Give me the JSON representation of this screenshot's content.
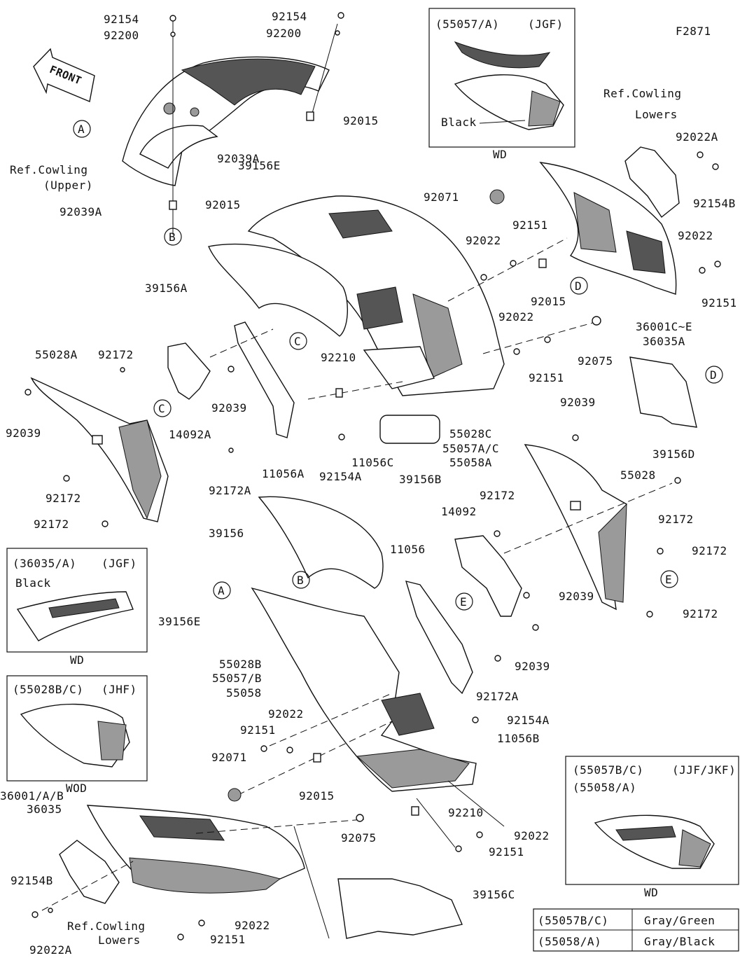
{
  "figure_code": "F2871",
  "front_arrow": "FRONT",
  "callouts": {
    "a": "A",
    "b": "B",
    "c": "C",
    "d": "D",
    "e": "E"
  },
  "labels": {
    "p92154": "92154",
    "p92200": "92200",
    "p92015": "92015",
    "p92039A": "92039A",
    "ref_upper_1": "Ref.Cowling",
    "ref_upper_2": "(Upper)",
    "p39156E": "39156E",
    "p39156A": "39156A",
    "p55028A": "55028A",
    "p92172": "92172",
    "p92039": "92039",
    "p14092A": "14092A",
    "p11056A": "11056A",
    "p92172A": "92172A",
    "p92210": "92210",
    "p92154A": "92154A",
    "p11056C": "11056C",
    "p39156B": "39156B",
    "p55028C": "55028C",
    "p55057AC": "55057A/C",
    "p55058A": "55058A",
    "p92071": "92071",
    "p92022": "92022",
    "p92151": "92151",
    "p92075": "92075",
    "p36001CE": "36001C~E",
    "p36035A": "36035A",
    "ref_lowers_1": "Ref.Cowling",
    "ref_lowers_2": "Lowers",
    "p92022A": "92022A",
    "p92154B": "92154B",
    "p39156D": "39156D",
    "p55028": "55028",
    "p14092": "14092",
    "p39156": "39156",
    "p11056": "11056",
    "p55028B": "55028B",
    "p55057B": "55057/B",
    "p55058": "55058",
    "p11056B": "11056B",
    "p36001AB": "36001/A/B",
    "p36035": "36035",
    "p39156C": "39156C"
  },
  "insets": {
    "jgf_top": {
      "code": "(55057/A)",
      "model": "(JGF)",
      "color": "Black",
      "footer": "WD"
    },
    "jgf_left": {
      "code": "(36035/A)",
      "model": "(JGF)",
      "color": "Black",
      "footer": "WD"
    },
    "jhf": {
      "code": "(55028B/C)",
      "model": "(JHF)",
      "footer": "WOD"
    },
    "jjf": {
      "code": "(55057B/C)",
      "model": "(JJF/JKF)",
      "code2": "(55058/A)",
      "footer": "WD"
    }
  },
  "color_table": [
    {
      "part": "(55057B/C)",
      "color": "Gray/Green"
    },
    {
      "part": "(55058/A)",
      "color": "Gray/Black"
    }
  ]
}
